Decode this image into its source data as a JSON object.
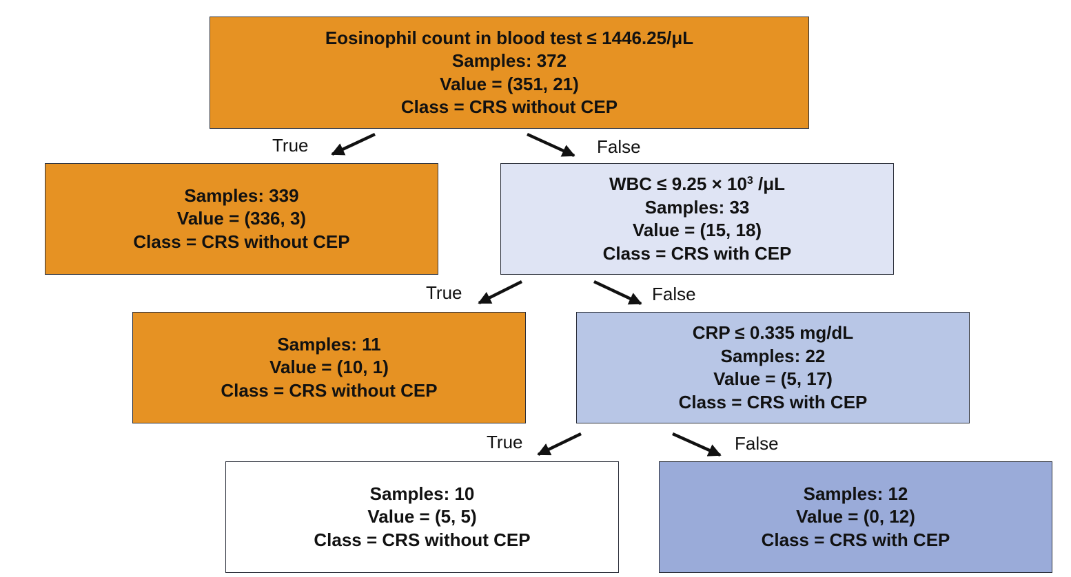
{
  "colors": {
    "orange": "#e69223",
    "blue_lightest": "#dfe4f4",
    "blue_light": "#b8c6e6",
    "blue_medium": "#9aabd9",
    "white": "#ffffff",
    "arrow": "#111111"
  },
  "nodes": {
    "root": {
      "condition": "Eosinophil count in blood test ≤ 1446.25/μL",
      "samples": "Samples: 372",
      "value": "Value = (351, 21)",
      "class": "Class = CRS without CEP"
    },
    "left1": {
      "samples": "Samples: 339",
      "value": "Value = (336, 3)",
      "class": "Class = CRS without CEP"
    },
    "wbc": {
      "condition_main": "WBC ≤ 9.25 × 10",
      "condition_sup": "3",
      "condition_unit": " /μL",
      "samples": "Samples: 33",
      "value": "Value = (15, 18)",
      "class": "Class = CRS with CEP"
    },
    "left2": {
      "samples": "Samples: 11",
      "value": "Value = (10, 1)",
      "class": "Class = CRS without CEP"
    },
    "crp": {
      "condition": "CRP ≤ 0.335 mg/dL",
      "samples": "Samples: 22",
      "value": "Value = (5, 17)",
      "class": "Class = CRS with CEP"
    },
    "left3": {
      "samples": "Samples: 10",
      "value": "Value = (5, 5)",
      "class": "Class = CRS without CEP"
    },
    "right3": {
      "samples": "Samples: 12",
      "value": "Value = (0, 12)",
      "class": "Class = CRS with CEP"
    }
  },
  "edges": {
    "true_label": "True",
    "false_label": "False"
  }
}
